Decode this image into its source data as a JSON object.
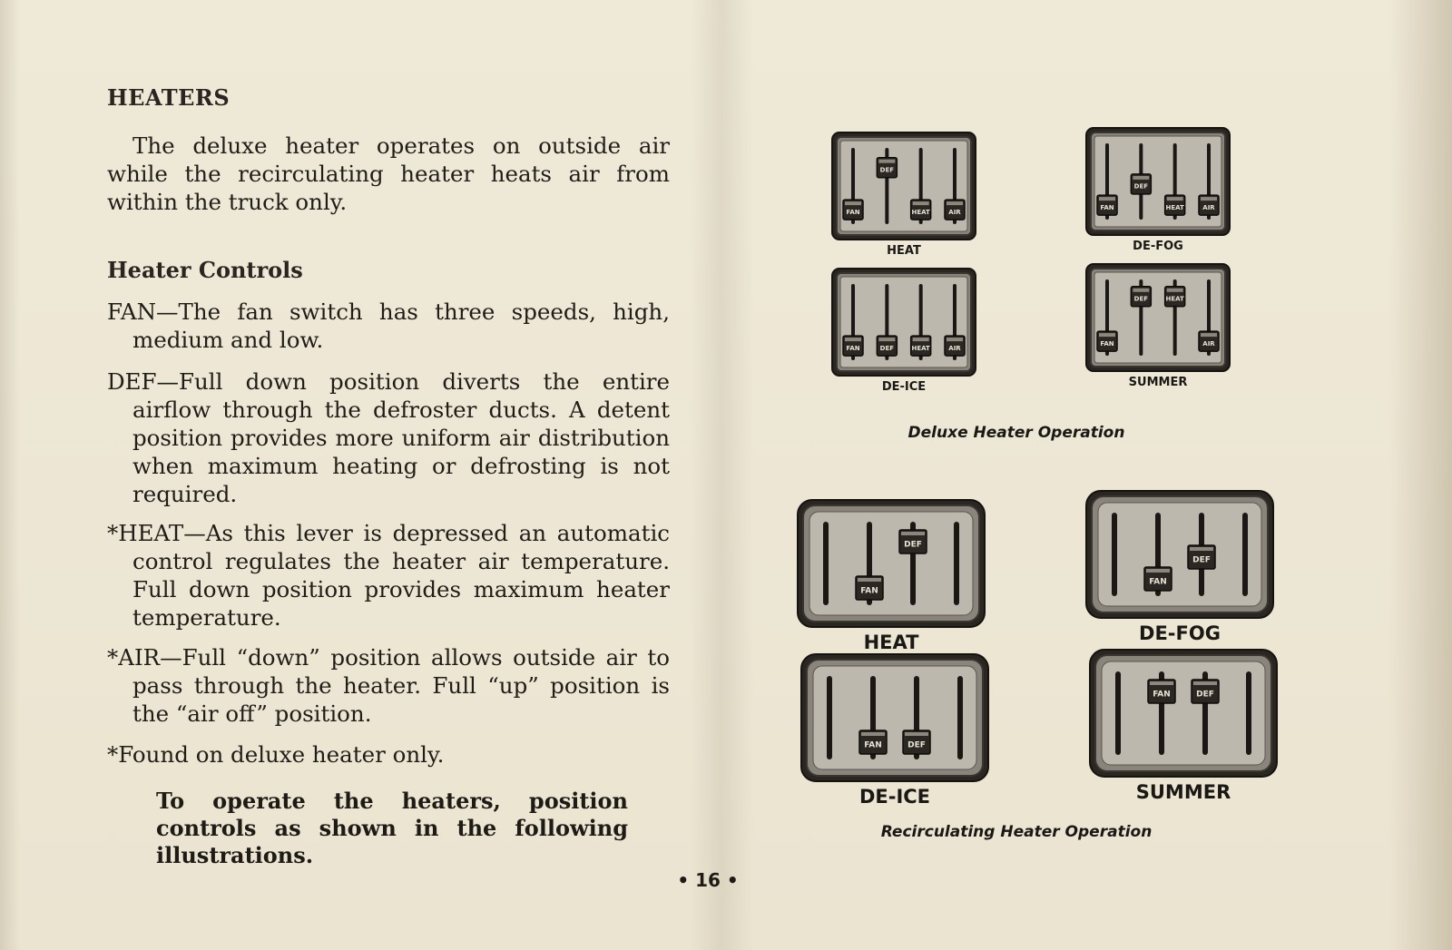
{
  "left": {
    "heading": "HEATERS",
    "intro": "The deluxe heater operates on outside air while the recirculating heater heats air from within the truck only.",
    "subheading": "Heater Controls",
    "items": [
      "FAN—The fan switch has three speeds, high, medium and low.",
      "DEF—Full down position diverts the entire airflow through the defroster ducts. A detent position provides more uniform air distribution when maximum heating or defrosting is not required.",
      "*HEAT—As this lever is depressed an automatic control regulates the heater air temperature. Full down position provides maximum heater temperature.",
      "*AIR—Full “down” position allows outside air to pass through the heater. Full “up” position is the “air off” position.",
      "*Found on deluxe heater only."
    ],
    "instruction": "To operate the heaters, position controls as shown in the following illustrations."
  },
  "page_number": "• 16 •",
  "deluxe": {
    "title": "Deluxe Heater Operation",
    "panels": [
      {
        "caption": "HEAT",
        "levers": [
          "FAN",
          "DEF",
          "HEAT",
          "AIR"
        ],
        "positions": [
          0.95,
          0.15,
          0.95,
          0.95
        ]
      },
      {
        "caption": "DE-FOG",
        "levers": [
          "FAN",
          "DEF",
          "HEAT",
          "AIR"
        ],
        "positions": [
          0.95,
          0.55,
          0.95,
          0.95
        ]
      },
      {
        "caption": "DE-ICE",
        "levers": [
          "FAN",
          "DEF",
          "HEAT",
          "AIR"
        ],
        "positions": [
          0.95,
          0.95,
          0.95,
          0.95
        ]
      },
      {
        "caption": "SUMMER",
        "levers": [
          "FAN",
          "DEF",
          "HEAT",
          "AIR"
        ],
        "positions": [
          0.95,
          0.1,
          0.1,
          0.95
        ]
      }
    ]
  },
  "recirculating": {
    "title": "Recirculating Heater Operation",
    "panels": [
      {
        "caption": "HEAT",
        "levers": [
          "FAN",
          "DEF"
        ],
        "positions": [
          0.95,
          0.1
        ]
      },
      {
        "caption": "DE-FOG",
        "levers": [
          "FAN",
          "DEF"
        ],
        "positions": [
          0.95,
          0.55
        ]
      },
      {
        "caption": "DE-ICE",
        "levers": [
          "FAN",
          "DEF"
        ],
        "positions": [
          0.95,
          0.95
        ]
      },
      {
        "caption": "SUMMER",
        "levers": [
          "FAN",
          "DEF"
        ],
        "positions": [
          0.1,
          0.1
        ]
      }
    ]
  }
}
